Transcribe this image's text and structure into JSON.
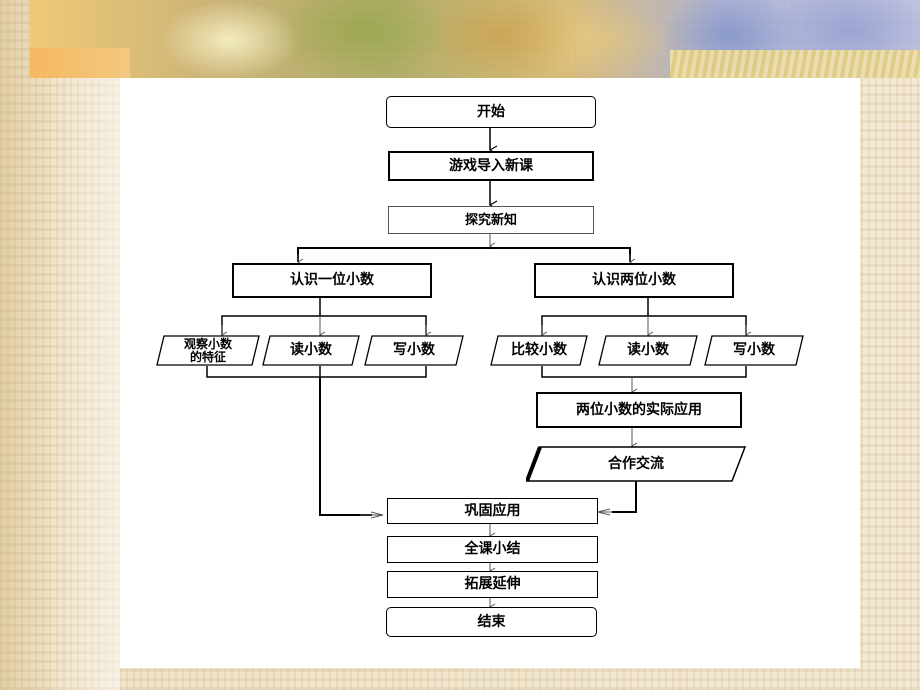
{
  "nodes": {
    "start": "开始",
    "game_intro": "游戏导入新课",
    "explore": "探究新知",
    "one_decimal": "认识一位小数",
    "two_decimal": "认识两位小数",
    "observe_line1": "观察小数",
    "observe_line2": "的特征",
    "read_left": "读小数",
    "write_left": "写小数",
    "compare": "比较小数",
    "read_right": "读小数",
    "write_right": "写小数",
    "practical": "两位小数的实际应用",
    "cooperate": "合作交流",
    "consolidate": "巩固应用",
    "summary": "全课小结",
    "extend": "拓展延伸",
    "end": "结束"
  }
}
